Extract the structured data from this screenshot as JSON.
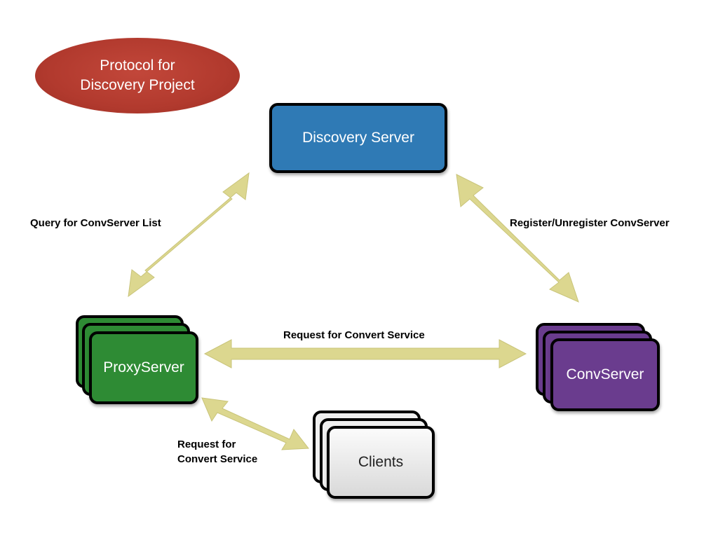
{
  "title": {
    "line1": "Protocol for",
    "line2": "Discovery Project"
  },
  "nodes": {
    "discovery": {
      "label": "Discovery Server",
      "color": "#2f7ab5"
    },
    "proxy": {
      "label": "ProxyServer",
      "color": "#2e8b34"
    },
    "conv": {
      "label": "ConvServer",
      "color": "#6a3c8e"
    },
    "clients": {
      "label": "Clients",
      "color": "#e8e8e8"
    }
  },
  "edges": {
    "query": "Query for ConvServer List",
    "register": "Register/Unregister ConvServer",
    "convert": "Request for Convert Service",
    "client_line1": "Request for",
    "client_line2": "Convert Service"
  },
  "arrow_color": "#dcd78f",
  "title_color": "#b23a2e"
}
